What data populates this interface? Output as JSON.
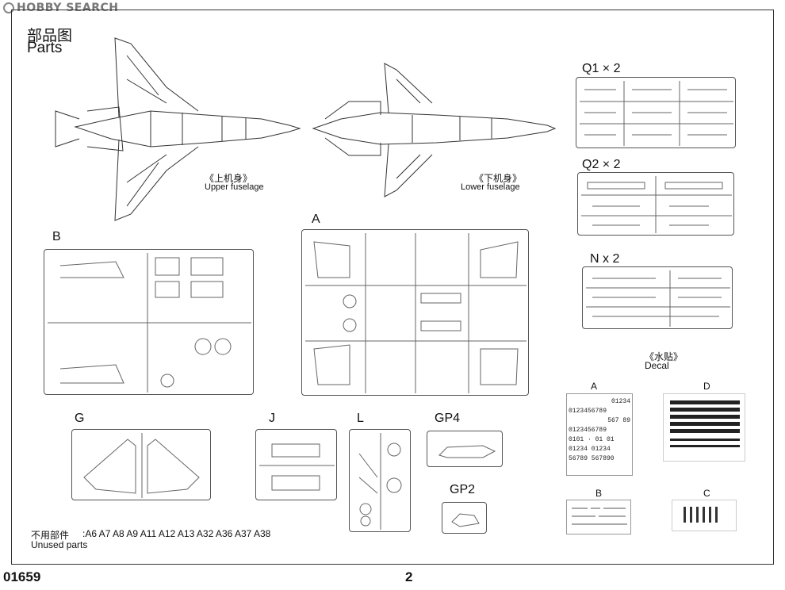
{
  "watermark": "HOBBY SEARCH",
  "header": {
    "title_cn": "部品图",
    "title_en": "Parts"
  },
  "aircraft": {
    "upper_cn": "《上机身》",
    "upper_en": "Upper fuselage",
    "lower_cn": "《下机身》",
    "lower_en": "Lower fuselage"
  },
  "sprues": {
    "q1": "Q1 × 2",
    "q2": "Q2 × 2",
    "n": "N x 2",
    "a": "A",
    "b": "B",
    "g": "G",
    "j": "J",
    "l": "L",
    "gp4": "GP4",
    "gp2": "GP2"
  },
  "decal": {
    "title_cn": "《水贴》",
    "title_en": "Decal",
    "a": "A",
    "b": "B",
    "c": "C",
    "d": "D",
    "a_lines": [
      "01234",
      "0123456789",
      "567 89",
      "0123456789",
      "0101 · 01 01",
      "01234 01234",
      "56789 567890"
    ]
  },
  "unused": {
    "label_cn": "不用部件",
    "parts": ":A6 A7 A8 A9 A11 A12 A13 A32 A36 A37 A38",
    "label_en": "Unused parts"
  },
  "footer": {
    "code": "01659",
    "page": "2"
  }
}
